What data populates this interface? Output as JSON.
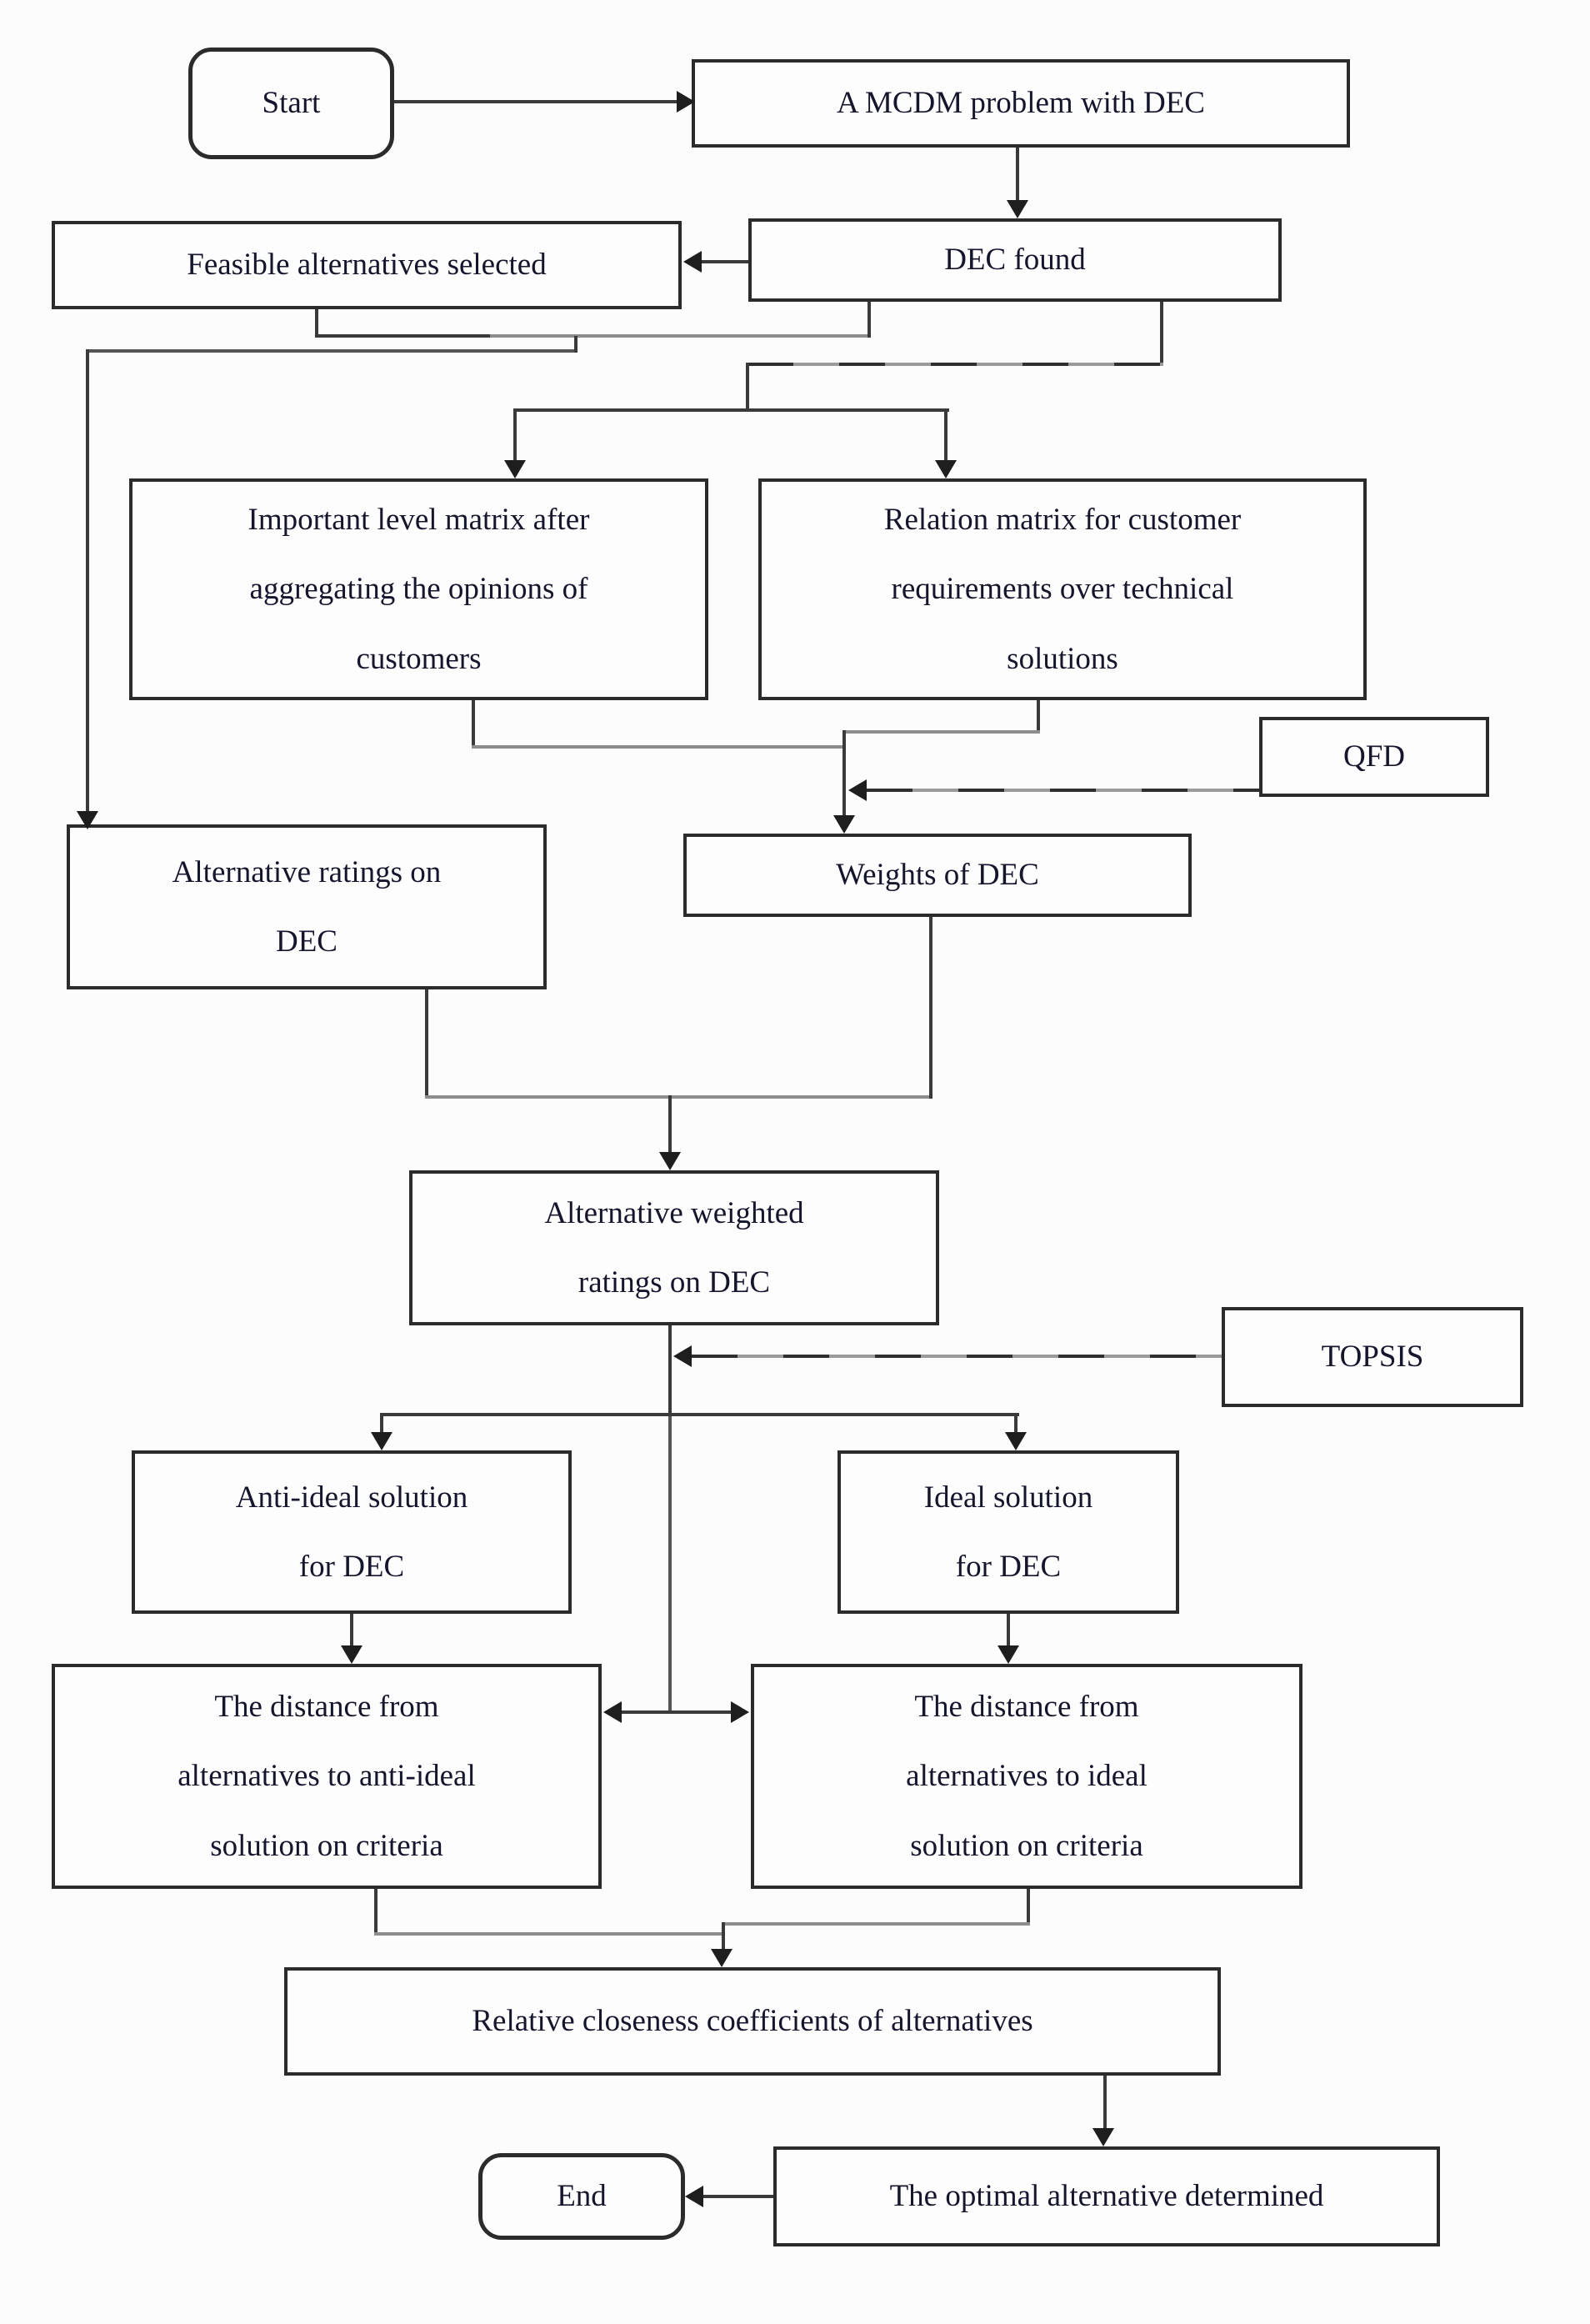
{
  "diagram": {
    "colors": {
      "ink": "#15152d",
      "box_border": "#2b2b2b",
      "line_dark": "#3a3a3a",
      "line_gray": "#8d8d8d",
      "background": "#fcfcfc"
    },
    "nodes": {
      "start": {
        "label": "Start",
        "shape": "rounded"
      },
      "mcdm": {
        "label": "A MCDM problem with DEC",
        "shape": "rect"
      },
      "dec_found": {
        "label": "DEC found",
        "shape": "rect"
      },
      "feasible": {
        "label": "Feasible alternatives selected",
        "shape": "rect"
      },
      "important": {
        "label": "Important level matrix after\naggregating the opinions of\ncustomers",
        "shape": "rect"
      },
      "relation": {
        "label": "Relation matrix for customer\nrequirements over technical\nsolutions",
        "shape": "rect"
      },
      "qfd": {
        "label": "QFD",
        "shape": "rect"
      },
      "alt_ratings": {
        "label": "Alternative ratings on\nDEC",
        "shape": "rect"
      },
      "weights": {
        "label": "Weights of DEC",
        "shape": "rect"
      },
      "alt_weighted": {
        "label": "Alternative weighted\nratings on DEC",
        "shape": "rect"
      },
      "topsis": {
        "label": "TOPSIS",
        "shape": "rect"
      },
      "anti_ideal": {
        "label": "Anti-ideal solution\nfor DEC",
        "shape": "rect"
      },
      "ideal": {
        "label": "Ideal solution\nfor DEC",
        "shape": "rect"
      },
      "dist_anti": {
        "label": "The distance from\nalternatives to anti-ideal\nsolution on criteria",
        "shape": "rect"
      },
      "dist_ideal": {
        "label": "The distance from\nalternatives to ideal\nsolution on criteria",
        "shape": "rect"
      },
      "closeness": {
        "label": "Relative closeness coefficients of alternatives",
        "shape": "rect"
      },
      "optimal": {
        "label": "The optimal alternative determined",
        "shape": "rect"
      },
      "end": {
        "label": "End",
        "shape": "rounded"
      }
    },
    "edges": [
      {
        "from": "start",
        "to": "mcdm",
        "arrow": "to"
      },
      {
        "from": "mcdm",
        "to": "dec_found",
        "arrow": "to"
      },
      {
        "from": "dec_found",
        "to": "feasible",
        "arrow": "to"
      },
      {
        "from": "feasible",
        "to": "alt_ratings",
        "arrow": "to"
      },
      {
        "from": "dec_found",
        "to": "important",
        "arrow": "to"
      },
      {
        "from": "dec_found",
        "to": "relation",
        "arrow": "to"
      },
      {
        "from": "important",
        "to": "weights",
        "arrow": "to"
      },
      {
        "from": "relation",
        "to": "weights",
        "arrow": "to"
      },
      {
        "from": "qfd",
        "to": "weights",
        "arrow": "to",
        "style": "segmented"
      },
      {
        "from": "alt_ratings",
        "to": "alt_weighted",
        "arrow": "to"
      },
      {
        "from": "weights",
        "to": "alt_weighted",
        "arrow": "to"
      },
      {
        "from": "topsis",
        "to": "alt_weighted",
        "arrow": "to",
        "style": "segmented"
      },
      {
        "from": "alt_weighted",
        "to": "anti_ideal",
        "arrow": "to"
      },
      {
        "from": "alt_weighted",
        "to": "ideal",
        "arrow": "to"
      },
      {
        "from": "anti_ideal",
        "to": "dist_anti",
        "arrow": "to"
      },
      {
        "from": "ideal",
        "to": "dist_ideal",
        "arrow": "to"
      },
      {
        "from": "dist_anti",
        "to": "dist_ideal",
        "arrow": "both"
      },
      {
        "from": "dist_anti",
        "to": "closeness",
        "arrow": "to"
      },
      {
        "from": "dist_ideal",
        "to": "closeness",
        "arrow": "to"
      },
      {
        "from": "closeness",
        "to": "optimal",
        "arrow": "to"
      },
      {
        "from": "optimal",
        "to": "end",
        "arrow": "to"
      }
    ]
  }
}
